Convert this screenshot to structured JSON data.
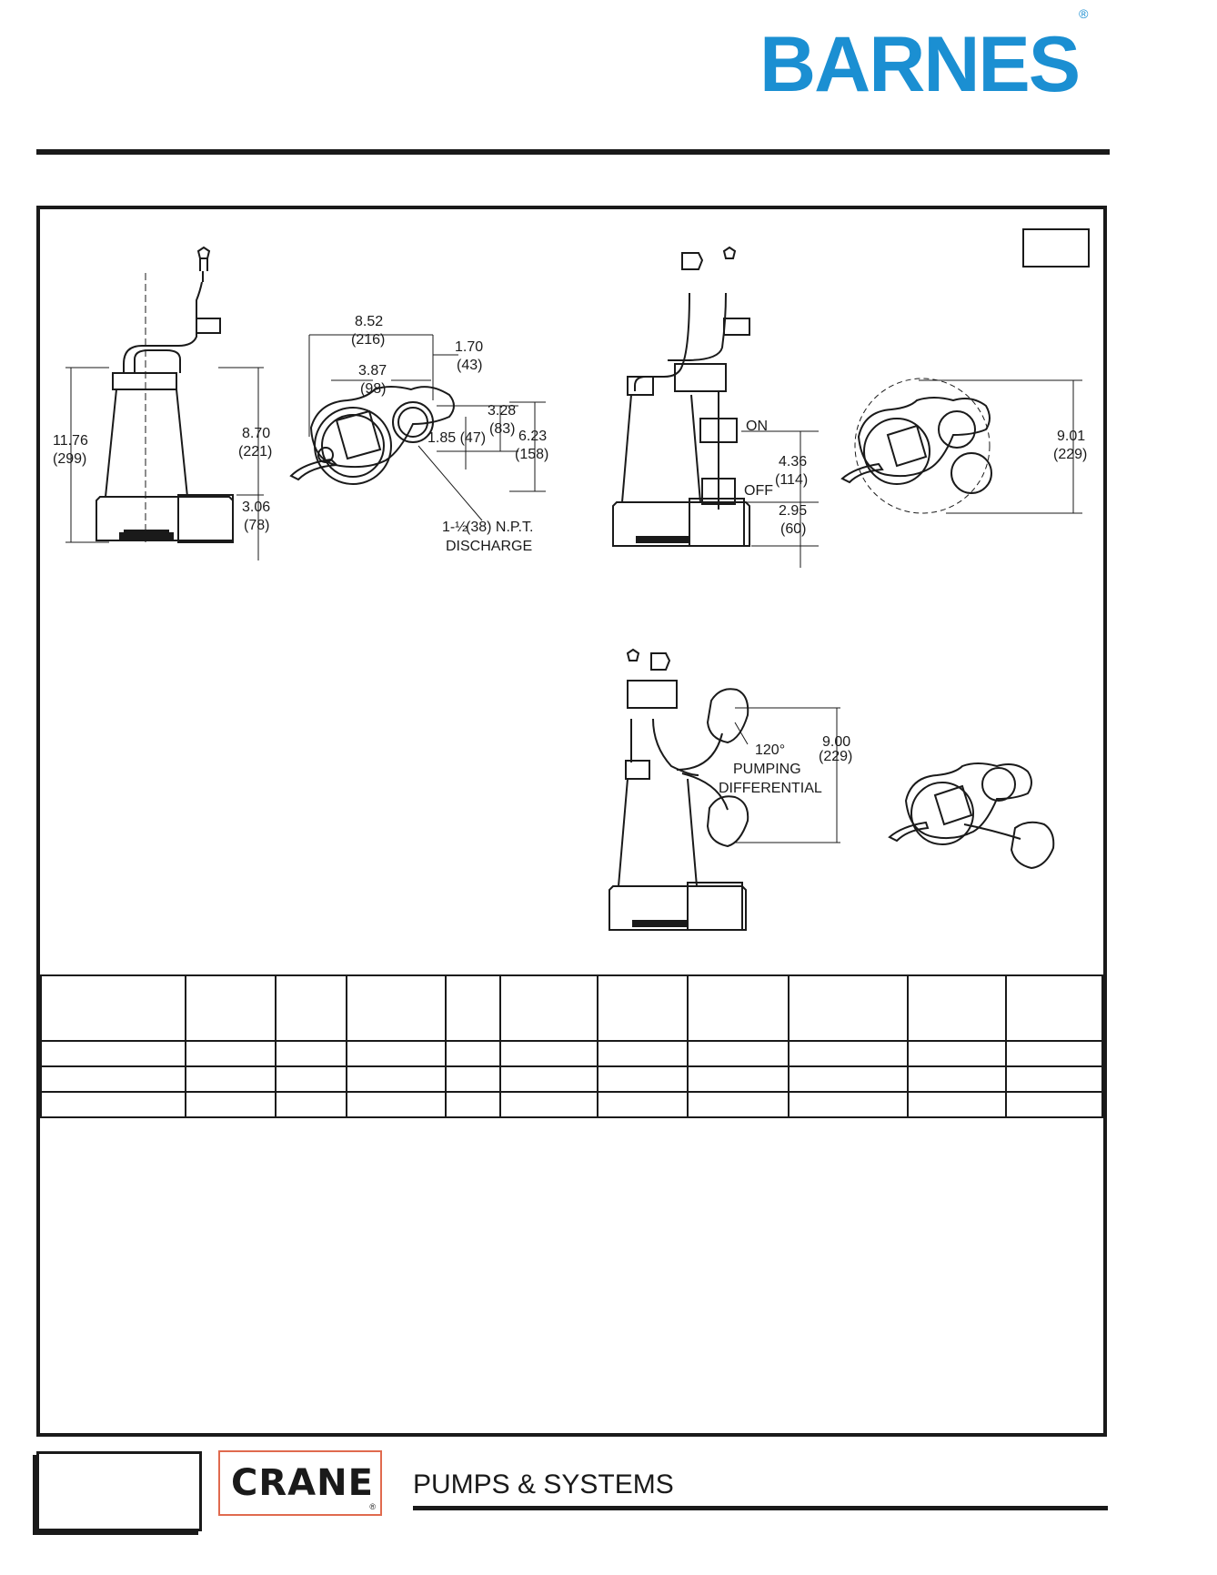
{
  "header": {
    "brand": "BARNES",
    "registered": "®"
  },
  "footer": {
    "company": "CRANE",
    "registered": "®",
    "tagline": "PUMPS & SYSTEMS"
  },
  "drawing_1_side": {
    "height_total": "11.76",
    "height_total_mm": "(299)",
    "height_mid": "8.70",
    "height_mid_mm": "(221)",
    "height_base": "3.06",
    "height_base_mm": "(78)"
  },
  "drawing_1_top": {
    "width": "8.52",
    "width_mm": "(216)",
    "offset": "1.70",
    "offset_mm": "(43)",
    "center": "3.87",
    "center_mm": "(98)",
    "depth": "3.28",
    "depth_mm": "(83)",
    "discharge_offset": "1.85 (47)",
    "total_depth": "6.23",
    "total_depth_mm": "(158)",
    "discharge_size": "(38) N.P.T.",
    "discharge_label": "DISCHARGE"
  },
  "drawing_2": {
    "on_label": "ON",
    "off_label": "OFF",
    "on_height": "4.36",
    "on_height_mm": "(114)",
    "off_height": "2.95",
    "off_height_mm": "(60)",
    "width": "9.01",
    "width_mm": "(229)"
  },
  "drawing_3": {
    "angle": "120°",
    "diff_label_1": "PUMPING",
    "diff_label_2": "DIFFERENTIAL",
    "height": "9.00",
    "height_mm": "(229)"
  },
  "spec_table": {
    "columns": 11,
    "rows": 3
  }
}
